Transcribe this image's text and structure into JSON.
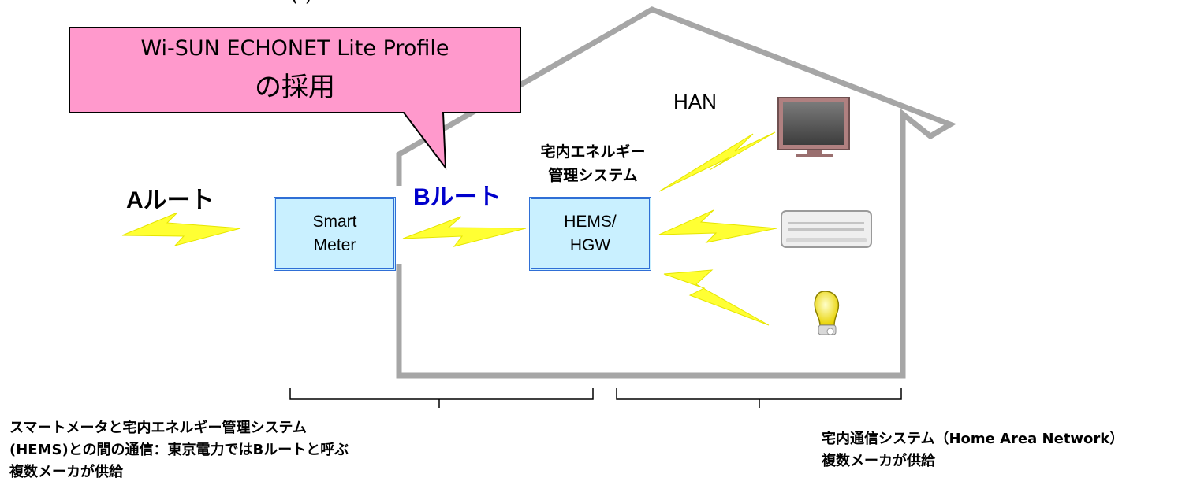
{
  "callout": {
    "line1": "Wi-SUN ECHONET Lite Profile",
    "line2": "の採用"
  },
  "labels": {
    "a_route": "Aルート",
    "b_route": "Bルート",
    "han": "HAN",
    "hems_title_line1": "宅内エネルギー",
    "hems_title_line2": "管理システム"
  },
  "smart_meter": {
    "line1": "Smart",
    "line2": "Meter"
  },
  "hems_box": {
    "line1": "HEMS/",
    "line2": "HGW"
  },
  "captions": {
    "left_line1": "スマートメータと宅内エネルギー管理システム",
    "left_line2": "(HEMS)との間の通信：東京電力ではBルートと呼ぶ",
    "left_line3": "複数メーカが供給",
    "right_line1": "宅内通信システム（Home Area Network）",
    "right_line2": "複数メーカが供給"
  },
  "top_cut_text": "(                          )",
  "devices": [
    "tv-icon",
    "air-conditioner-icon",
    "light-bulb-icon"
  ],
  "colors": {
    "callout_fill": "#ff99cc",
    "box_fill": "#c9f0ff",
    "box_border": "#2f6fd6",
    "lightning": "#ffff33",
    "house_outline": "#a6a6a6",
    "b_route_text": "#0000cc"
  }
}
